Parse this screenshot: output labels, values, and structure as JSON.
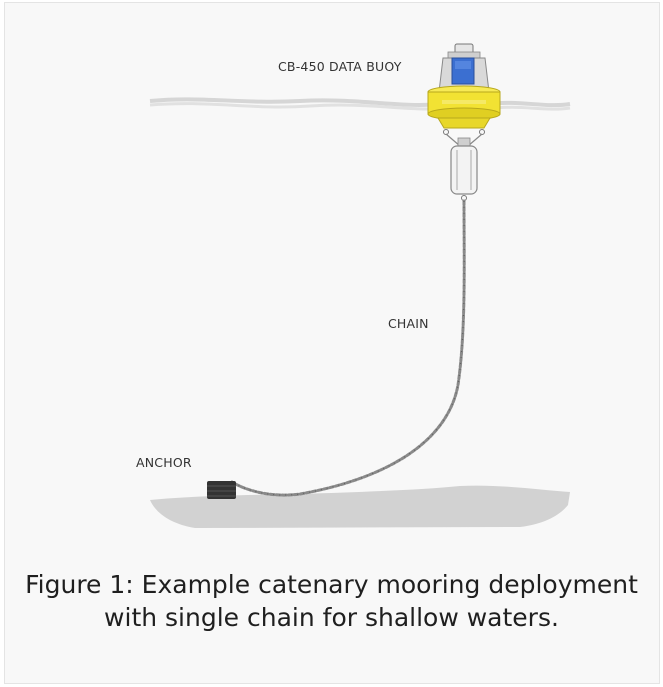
{
  "labels": {
    "buoy": "CB-450 DATA BUOY",
    "chain": "CHAIN",
    "anchor": "ANCHOR"
  },
  "caption": "Figure 1: Example catenary mooring deployment with single chain for shallow waters.",
  "colors": {
    "background": "#f8f8f8",
    "buoy_body": "#f2e233",
    "solar_panel": "#3b6fd1",
    "seabed": "#d2d2d2",
    "chain": "#8a8a8a",
    "anchor": "#333333"
  }
}
